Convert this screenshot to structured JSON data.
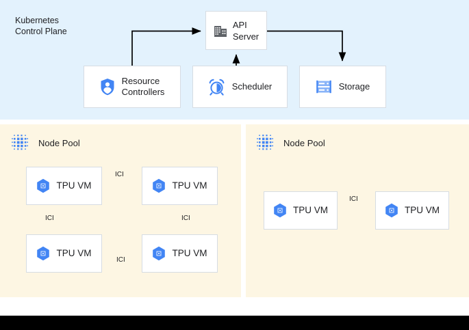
{
  "control_plane": {
    "title": "Kubernetes\nControl Plane",
    "background_color": "#e3f2fd",
    "nodes": [
      {
        "id": "api-server",
        "label": "API\nServer",
        "icon": "building-icon"
      },
      {
        "id": "resource-controllers",
        "label": "Resource\nControllers",
        "icon": "shield-person-icon"
      },
      {
        "id": "scheduler",
        "label": "Scheduler",
        "icon": "alarm-clock-icon"
      },
      {
        "id": "storage",
        "label": "Storage",
        "icon": "database-rack-icon"
      }
    ],
    "edges": [
      {
        "from": "resource-controllers",
        "to": "api-server",
        "direction": "one-way"
      },
      {
        "from": "scheduler",
        "to": "api-server",
        "direction": "one-way"
      },
      {
        "from": "api-server",
        "to": "storage",
        "direction": "one-way"
      }
    ]
  },
  "node_pools": [
    {
      "id": "node-pool-left",
      "title": "Node Pool",
      "icon": "dot-grid-icon",
      "background_color": "#fdf6e3",
      "vms": [
        {
          "id": "tpu-vm-1",
          "label": "TPU VM",
          "icon": "tpu-hexagon-icon"
        },
        {
          "id": "tpu-vm-2",
          "label": "TPU VM",
          "icon": "tpu-hexagon-icon"
        },
        {
          "id": "tpu-vm-3",
          "label": "TPU VM",
          "icon": "tpu-hexagon-icon"
        },
        {
          "id": "tpu-vm-4",
          "label": "TPU VM",
          "icon": "tpu-hexagon-icon"
        }
      ],
      "links": [
        {
          "label": "ICI",
          "from": "tpu-vm-1",
          "to": "tpu-vm-2",
          "direction": "bidirectional",
          "orientation": "horizontal"
        },
        {
          "label": "ICI",
          "from": "tpu-vm-1",
          "to": "tpu-vm-3",
          "direction": "bidirectional",
          "orientation": "vertical"
        },
        {
          "label": "ICI",
          "from": "tpu-vm-2",
          "to": "tpu-vm-4",
          "direction": "bidirectional",
          "orientation": "vertical"
        },
        {
          "label": "ICI",
          "from": "tpu-vm-3",
          "to": "tpu-vm-4",
          "direction": "bidirectional",
          "orientation": "horizontal"
        }
      ]
    },
    {
      "id": "node-pool-right",
      "title": "Node Pool",
      "icon": "dot-grid-icon",
      "background_color": "#fdf6e3",
      "vms": [
        {
          "id": "tpu-vm-5",
          "label": "TPU VM",
          "icon": "tpu-hexagon-icon"
        },
        {
          "id": "tpu-vm-6",
          "label": "TPU VM",
          "icon": "tpu-hexagon-icon"
        }
      ],
      "links": [
        {
          "label": "ICI",
          "from": "tpu-vm-5",
          "to": "tpu-vm-6",
          "direction": "bidirectional",
          "orientation": "horizontal"
        }
      ]
    }
  ],
  "colors": {
    "accent_blue": "#4285f4",
    "light_blue_panel": "#e3f2fd",
    "cream_panel": "#fdf6e3",
    "card_border": "#d6dce3",
    "text": "#202124",
    "connector": "#000000",
    "icon_gray": "#5f6368",
    "bottom_bar": "#000000"
  }
}
